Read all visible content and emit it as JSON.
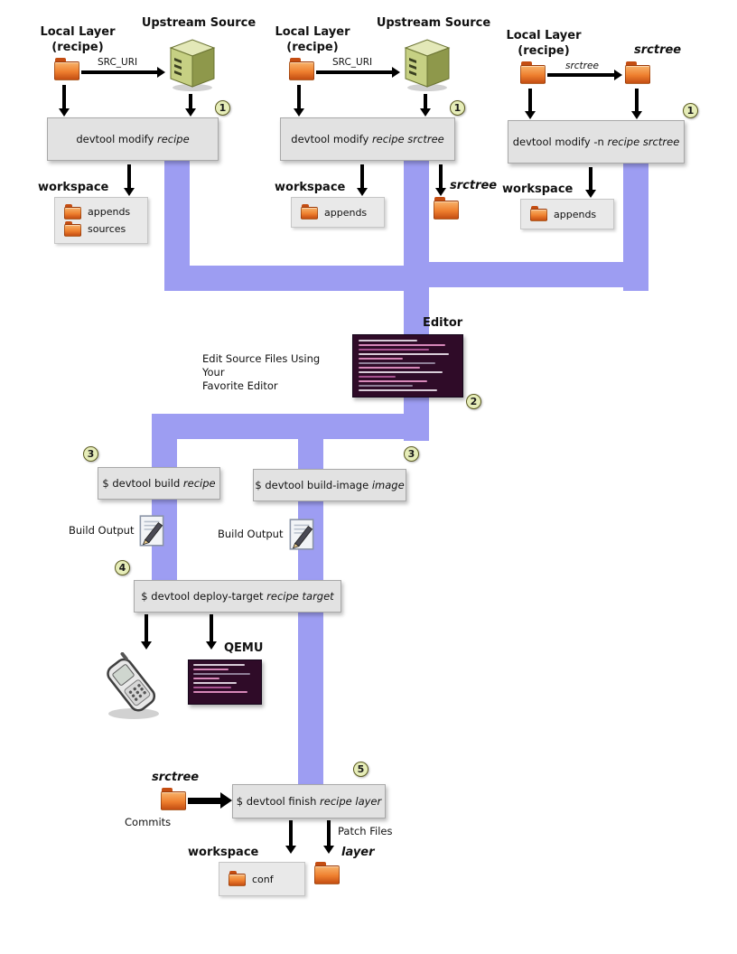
{
  "flows": [
    {
      "local_layer": "Local Layer\n(recipe)",
      "uri_label": "SRC_URI",
      "upstream_label": "Upstream Source",
      "badge": "1",
      "cmd_prefix": "devtool modify ",
      "cmd_args": "recipe",
      "workspace_label": "workspace",
      "folders": [
        "appends",
        "sources"
      ]
    },
    {
      "local_layer": "Local Layer\n(recipe)",
      "uri_label": "SRC_URI",
      "upstream_label": "Upstream Source",
      "badge": "1",
      "cmd_prefix": "devtool modify ",
      "cmd_args": "recipe srctree",
      "workspace_label": "workspace",
      "folders": [
        "appends"
      ],
      "srctree_out_label": "srctree"
    },
    {
      "local_layer": "Local Layer\n(recipe)",
      "uri_label": "srctree",
      "srctree_top_label": "srctree",
      "badge": "1",
      "cmd_prefix": "devtool modify -n ",
      "cmd_args": "recipe srctree",
      "workspace_label": "workspace",
      "folders": [
        "appends"
      ]
    }
  ],
  "editor": {
    "label": "Editor",
    "caption": "Edit Source Files Using Your\nFavorite Editor",
    "badge": "2"
  },
  "build": {
    "badge_recipe": "3",
    "cmd_build_prefix": "$ devtool build ",
    "cmd_build_args": "recipe",
    "badge_image": "3",
    "cmd_image_prefix": "$ devtool build-image ",
    "cmd_image_args": "image",
    "output_left": "Build Output",
    "output_right": "Build Output"
  },
  "deploy": {
    "badge": "4",
    "cmd_prefix": "$ devtool deploy-target ",
    "cmd_args": "recipe target",
    "qemu_label": "QEMU"
  },
  "finish": {
    "badge": "5",
    "srctree_label": "srctree",
    "commits_label": "Commits",
    "cmd_prefix": "$ devtool finish ",
    "cmd_args": "recipe layer",
    "patch_files": "Patch Files",
    "workspace_label": "workspace",
    "conf_label": "conf",
    "layer_label": "layer"
  },
  "colors": {
    "connector": "#9d9df2",
    "box-bg": "#e2e2e2",
    "box-border": "#a8a8a8",
    "terminal-bg": "#2f0b28",
    "badge-bg": "#e6edb8",
    "badge-border": "#5a5a20",
    "folder-light": "#f8b36b",
    "folder-mid": "#ee7f2e",
    "folder-dark": "#c44d12",
    "server-green": "#c6d083"
  }
}
